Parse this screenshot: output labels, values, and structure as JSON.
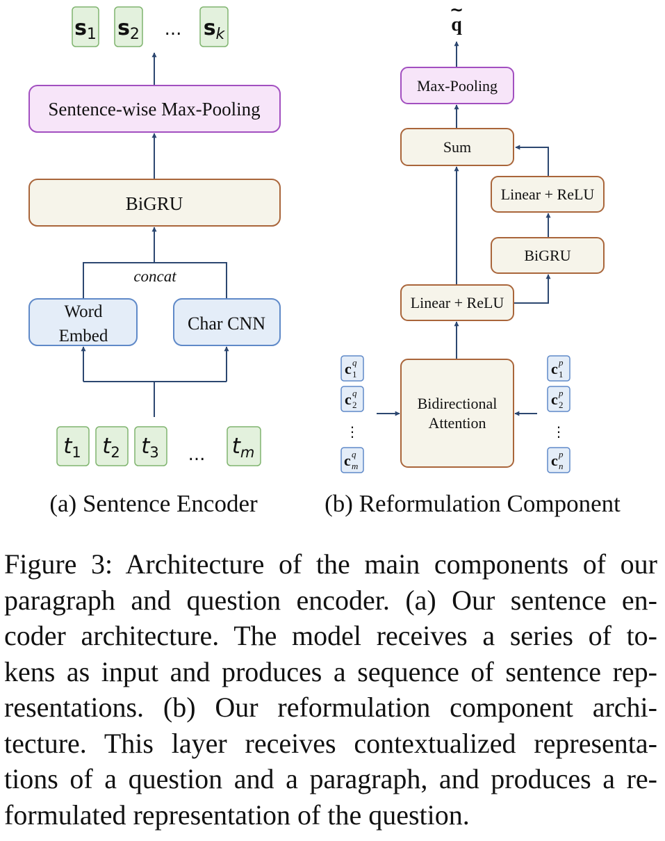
{
  "left": {
    "outputs": [
      {
        "base": "s",
        "sub": "1"
      },
      {
        "base": "s",
        "sub": "2"
      },
      {
        "base": "s",
        "sub": "k"
      }
    ],
    "outputs_ellipsis": "...",
    "maxpool_label": "Sentence-wise Max-Pooling",
    "bigru_label": "BiGRU",
    "concat_label": "concat",
    "word_embed_line1": "Word",
    "word_embed_line2": "Embed",
    "char_cnn_label": "Char CNN",
    "tokens": [
      {
        "base": "t",
        "sub": "1"
      },
      {
        "base": "t",
        "sub": "2"
      },
      {
        "base": "t",
        "sub": "3"
      },
      {
        "base": "t",
        "sub": "m"
      }
    ],
    "tokens_ellipsis": "...",
    "subcaption": "(a) Sentence Encoder"
  },
  "right": {
    "output_symbol": "q",
    "output_accent": "~",
    "maxpool_label": "Max-Pooling",
    "sum_label": "Sum",
    "linear_relu_top": "Linear + ReLU",
    "bigru_label": "BiGRU",
    "linear_relu_bottom": "Linear + ReLU",
    "attention_line1": "Bidirectional",
    "attention_line2": "Attention",
    "question_vectors": [
      {
        "base": "c",
        "sub": "1",
        "sup": "q"
      },
      {
        "base": "c",
        "sub": "2",
        "sup": "q"
      },
      {
        "base": "c",
        "sub": "m",
        "sup": "q"
      }
    ],
    "paragraph_vectors": [
      {
        "base": "c",
        "sub": "1",
        "sup": "p"
      },
      {
        "base": "c",
        "sub": "2",
        "sup": "p"
      },
      {
        "base": "c",
        "sub": "n",
        "sup": "p"
      }
    ],
    "vdots": "⋮",
    "subcaption": "(b) Reformulation Component"
  },
  "caption_lines": [
    "Figure 3: Architecture of the main components of our",
    "paragraph and question encoder. (a) Our sentence en-",
    "coder architecture. The model receives a series of to-",
    "kens as input and produces a sequence of sentence rep-",
    "resentations. (b) Our reformulation component archi-",
    "tecture. This layer receives contextualized representa-",
    "tions of a question and a paragraph, and produces a re-",
    "formulated representation of the question."
  ],
  "colors": {
    "line": "#2c4770",
    "green_fill": "#e3f1dd",
    "green_stroke": "#7fb46e",
    "purple_fill": "#f7e5f9",
    "purple_stroke": "#a24fc0",
    "beige_fill": "#f6f4ea",
    "beige_stroke": "#a9653a",
    "blue_fill": "#e4edf8",
    "blue_stroke": "#5f89c8"
  }
}
